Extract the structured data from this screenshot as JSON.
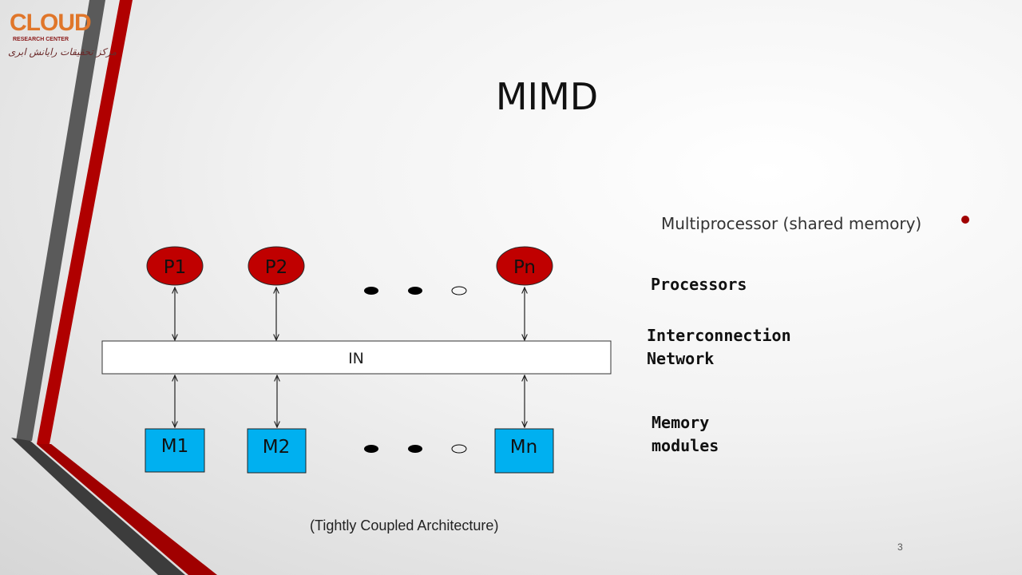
{
  "slide": {
    "title": "MIMD",
    "bullet": "Multiprocessor (shared memory)",
    "caption": "(Tightly Coupled Architecture)",
    "page_number": "3",
    "logo": {
      "word": "CLOUD",
      "subtitle": "RESEARCH CENTER",
      "persian": "مرکز تحقیقات رایانش ابری"
    }
  },
  "diagram": {
    "processors": [
      "P1",
      "P2",
      "Pn"
    ],
    "memories": [
      "M1",
      "M2",
      "Mn"
    ],
    "network_label": "IN",
    "labels": {
      "processors": "Processors",
      "network_line1": "Interconnection",
      "network_line2": "Network",
      "memory_line1": "Memory",
      "memory_line2": "modules"
    }
  },
  "colors": {
    "processor_fill": "#c00000",
    "memory_fill": "#00b0f0",
    "accent_red": "#c00000",
    "accent_gray": "#595959"
  }
}
